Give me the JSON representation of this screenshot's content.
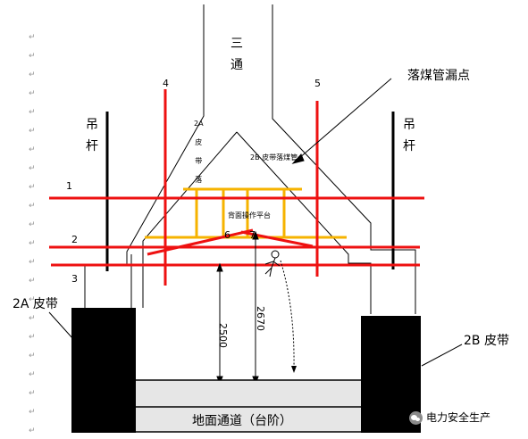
{
  "labels": {
    "tee": "三\n通",
    "leak_point": "落煤管漏点",
    "hanger_left": "吊\n杆",
    "hanger_right": "吊\n杆",
    "belt_2a_chute": "2A\n皮\n带\n落",
    "belt_2b_chute": "2B 皮带落煤管",
    "platform": "背面操作平台",
    "belt_2a": "2A 皮带",
    "belt_2b": "2B 皮带",
    "passage": "地面通道（台阶）",
    "dim_2500": "2500",
    "dim_2670": "2670",
    "watermark": "电力安全生产"
  },
  "markers": {
    "m1": "1",
    "m2": "2",
    "m3": "3",
    "m4": "4",
    "m5": "5",
    "m6": "6",
    "m7": "7"
  },
  "colors": {
    "red": "#ee1111",
    "yellow": "#f6b300",
    "black": "#000000",
    "passage_fill": "#e6e6e6"
  }
}
